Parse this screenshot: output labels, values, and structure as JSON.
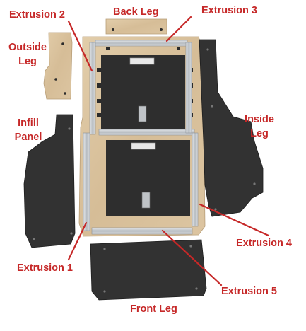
{
  "colors": {
    "label": "#c62828",
    "wood": "#d9c2a0",
    "panel": "#333333",
    "aluminum": "#c8ccd0"
  },
  "labels": {
    "extrusion_2": "Extrusion 2",
    "back_leg": "Back Leg",
    "extrusion_3": "Extrusion 3",
    "outside_leg": "Outside\nLeg",
    "infill_panel": "Infill\nPanel",
    "inside_leg": "Inside\nLeg",
    "extrusion_4": "Extrusion 4",
    "extrusion_1": "Extrusion 1",
    "extrusion_5": "Extrusion 5",
    "front_leg": "Front Leg"
  }
}
